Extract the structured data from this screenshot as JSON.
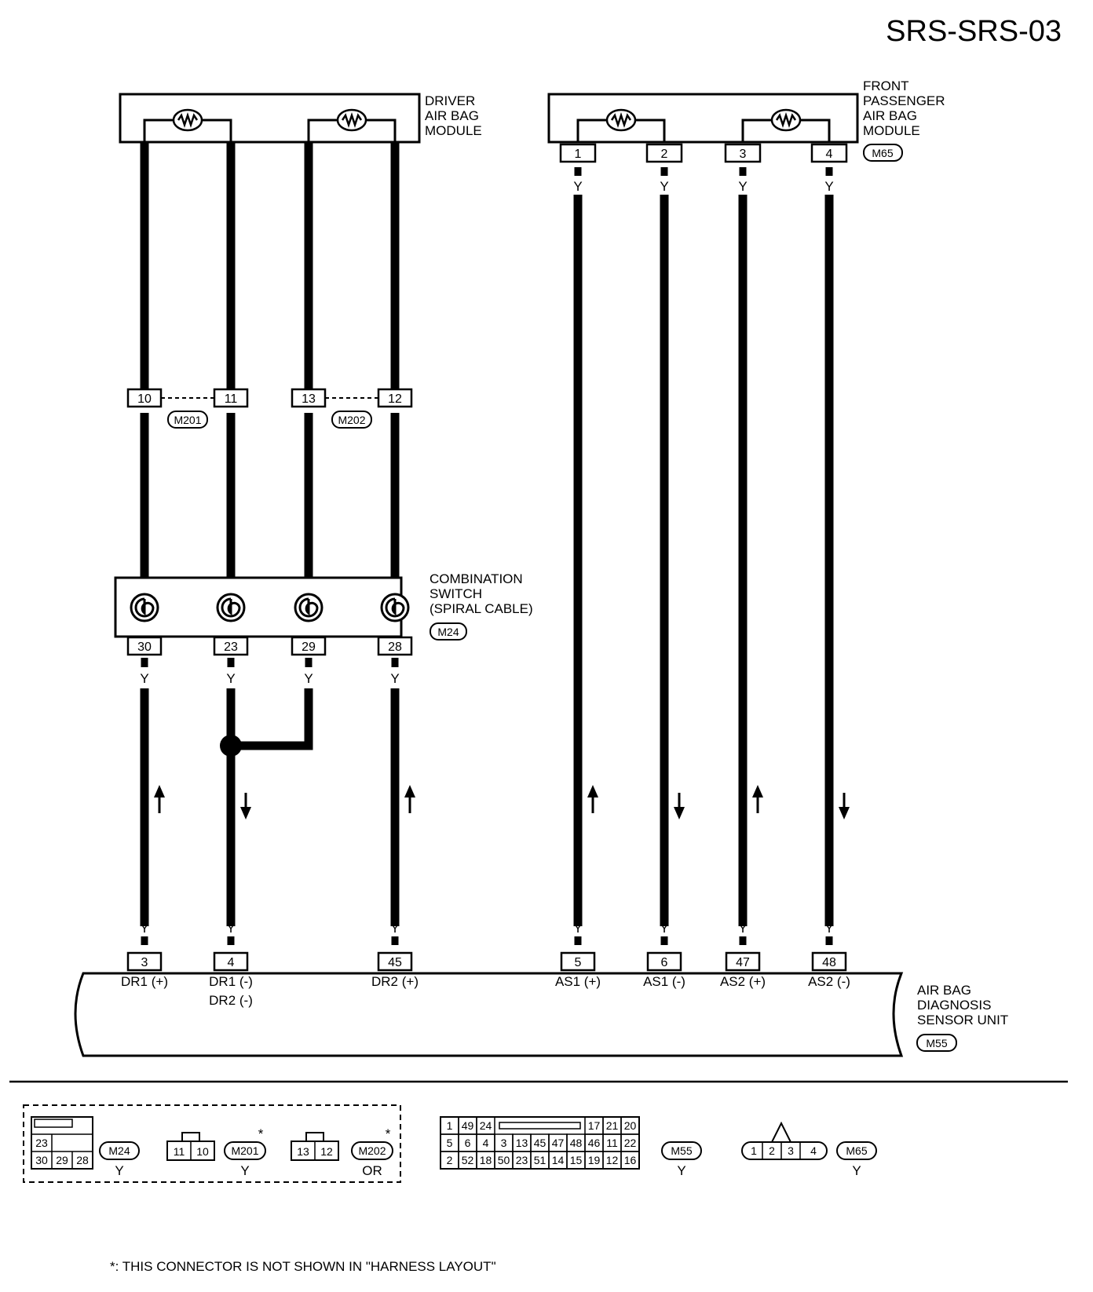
{
  "diagram_id": "SRS-SRS-03",
  "components": {
    "driver_module": [
      "DRIVER",
      "AIR BAG",
      "MODULE"
    ],
    "passenger_module": [
      "FRONT",
      "PASSENGER",
      "AIR BAG",
      "MODULE"
    ],
    "combination_switch": [
      "COMBINATION",
      "SWITCH",
      "(SPIRAL CABLE)"
    ],
    "diagnosis_unit": [
      "AIR BAG",
      "DIAGNOSIS",
      "SENSOR UNIT"
    ]
  },
  "connectors": {
    "m201": "M201",
    "m202": "M202",
    "m24": "M24",
    "m65": "M65",
    "m55": "M55"
  },
  "wire_color": "Y",
  "driver_pins": {
    "harness": [
      "10",
      "11",
      "13",
      "12"
    ],
    "switch": [
      "30",
      "23",
      "29",
      "28"
    ],
    "unit": [
      "3",
      "4",
      "45"
    ]
  },
  "passenger_pins": {
    "module": [
      "1",
      "2",
      "3",
      "4"
    ],
    "unit": [
      "5",
      "6",
      "47",
      "48"
    ]
  },
  "terminal_labels": {
    "dr1_plus": "DR1 (+)",
    "dr1_minus": "DR1 (-)",
    "dr2_minus": "DR2 (-)",
    "dr2_plus": "DR2 (+)",
    "as1_plus": "AS1 (+)",
    "as1_minus": "AS1 (-)",
    "as2_plus": "AS2 (+)",
    "as2_minus": "AS2 (-)"
  },
  "legend": {
    "m24": {
      "name": "M24",
      "color": "Y",
      "rows": [
        [
          "23"
        ],
        [
          "30",
          "29",
          "28"
        ]
      ]
    },
    "m201": {
      "name": "M201",
      "color": "Y",
      "pins": [
        "11",
        "10"
      ],
      "mark": "*"
    },
    "m202": {
      "name": "M202",
      "color": "OR",
      "pins": [
        "13",
        "12"
      ],
      "mark": "*"
    },
    "m55": {
      "name": "M55",
      "color": "Y",
      "row1_left": [
        "1",
        "49",
        "24"
      ],
      "row1_right": [
        "17",
        "21",
        "20"
      ],
      "row2": [
        "5",
        "6",
        "4",
        "3",
        "13",
        "45",
        "47",
        "48",
        "46",
        "11",
        "22"
      ],
      "row3": [
        "2",
        "52",
        "18",
        "50",
        "23",
        "51",
        "14",
        "15",
        "19",
        "12",
        "16"
      ]
    },
    "m65": {
      "name": "M65",
      "color": "Y",
      "pins": [
        "1",
        "2",
        "3",
        "4"
      ]
    }
  },
  "footnote": "*: THIS CONNECTOR IS NOT SHOWN IN \"HARNESS LAYOUT\""
}
